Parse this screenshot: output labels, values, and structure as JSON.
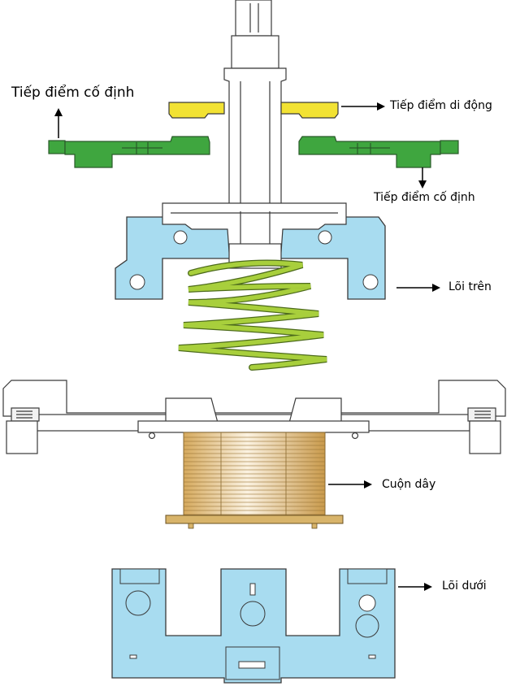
{
  "labels": {
    "fixed_contact_left": "Tiếp điểm cố định",
    "moving_contact": "Tiếp điểm di động",
    "fixed_contact_right": "Tiếp điểm cố định",
    "upper_core": "Lõi trên",
    "coil": "Cuộn dây",
    "lower_core": "Lõi dưới"
  },
  "colors": {
    "upper_core": "#a8dcf0",
    "lower_core": "#a8dcf0",
    "fixed_contact": "#3fa63f",
    "moving_contact": "#f2e233",
    "spring": "#a8cf3c",
    "coil": "#e0c088",
    "coil_base": "#d8b46a",
    "outline": "#3a3a3a"
  }
}
